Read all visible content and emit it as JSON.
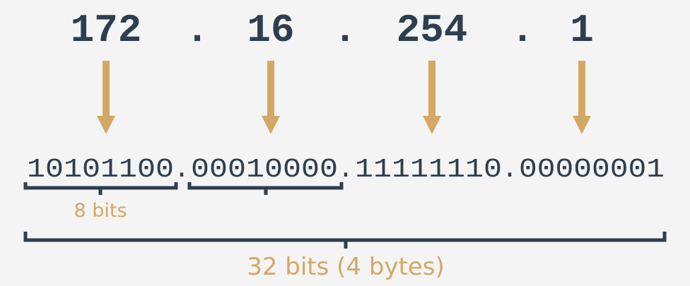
{
  "colors": {
    "background": "#f4f4f4",
    "ink": "#2e3e4e",
    "accent": "#d3a865"
  },
  "ip": {
    "octets": [
      {
        "decimal": "172",
        "binary": "10101100"
      },
      {
        "decimal": "16",
        "binary": "00010000"
      },
      {
        "decimal": "254",
        "binary": "11111110"
      },
      {
        "decimal": "1",
        "binary": "00000001"
      }
    ],
    "separator": "."
  },
  "labels": {
    "byte_size": "8 bits",
    "total_size": "32 bits (4 bytes)"
  }
}
